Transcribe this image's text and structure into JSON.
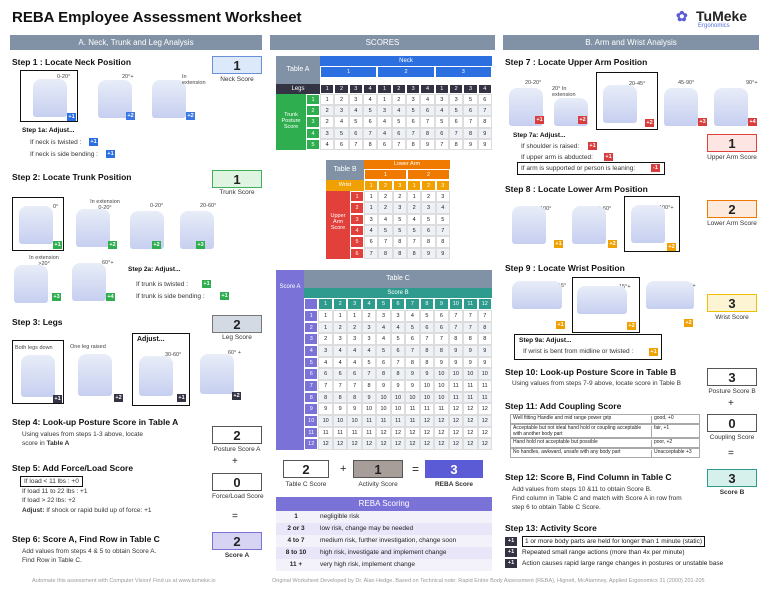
{
  "title": "REBA Employee Assessment Worksheet",
  "logo": {
    "name": "TuMeke",
    "sub": "Ergonomics"
  },
  "colA": {
    "header": "A. Neck, Trunk and  Leg Analysis"
  },
  "colS": {
    "header": "SCORES"
  },
  "colB": {
    "header": "B. Arm and Wrist Analysis"
  },
  "s1": {
    "title": "Step 1 : Locate Neck Position",
    "lbl1": "0-20°",
    "lbl2": "20°+",
    "lbl3": "In extension",
    "b1": "+1",
    "b2": "+2",
    "b3": "+2",
    "score": "1",
    "score_label": "Neck Score",
    "adj": "Step 1a: Adjust...",
    "t1": "If neck is twisted :",
    "t2": "If neck is side bending :",
    "v1": "+1",
    "v2": "+1"
  },
  "s2": {
    "title": "Step 2: Locate Trunk Position",
    "lbl1": "0°",
    "lbl2": "In extension 0-20°",
    "lbl3": "0-20°",
    "lbl4": "20-60°",
    "lbl5": "In extension >20°",
    "lbl6": "60°+",
    "b1": "+1",
    "b2": "+2",
    "b3": "+2",
    "b4": "+3",
    "b5": "+3",
    "b6": "+4",
    "score": "1",
    "score_label": "Trunk Score",
    "adj": "Step 2a: Adjust...",
    "t1": "If trunk is twisted :",
    "t2": "If trunk is side bending :",
    "v1": "+1",
    "v2": "+1"
  },
  "s3": {
    "title": "Step 3: Legs",
    "lbl1": "Both legs down",
    "lbl2": "One leg raised",
    "adj": "Adjust...",
    "lbl3": "30-60°",
    "lbl4": "60° +",
    "b1": "+1",
    "b2": "+2",
    "b3": "+1",
    "b4": "+2",
    "score": "2",
    "score_label": "Leg Score"
  },
  "s4": {
    "title": "Step 4: Look-up Posture Score in Table A",
    "t1": "Using values from steps 1-3 above, locate",
    "t2": "score in ",
    "t2b": "Table A",
    "score": "2",
    "score_label": "Posture Score A"
  },
  "s5": {
    "title": "Step 5: Add Force/Load Score",
    "t1": "If load < 11 lbs : +0",
    "t2": "If load 11 to 22 lbs : +1",
    "t3": "If load > 22 lbs: +2",
    "t4a": "Adjust:",
    "t4": " If shock or rapid build up of force:  +1",
    "score": "0",
    "score_label": "Force/Load Score",
    "plus": "+",
    "eq": "="
  },
  "s6": {
    "title": "Step 6: Score A, Find Row in Table C",
    "t1": "Add values from steps 4 & 5 to obtain Score A.",
    "t2": "Find Row in Table C.",
    "score": "2",
    "score_label": "Score A"
  },
  "tableA": {
    "title": "Table A",
    "neck": "Neck",
    "legs": "Legs",
    "trunk": "Trunk Posture Score",
    "neck_cols": [
      "1",
      "2",
      "3"
    ],
    "leg_cols": [
      "1",
      "2",
      "3",
      "4",
      "1",
      "2",
      "3",
      "4",
      "1",
      "2",
      "3",
      "4"
    ],
    "rows": [
      [
        "1",
        "1",
        "2",
        "3",
        "4",
        "1",
        "2",
        "3",
        "4",
        "3",
        "3",
        "5",
        "6"
      ],
      [
        "2",
        "2",
        "3",
        "4",
        "5",
        "3",
        "4",
        "5",
        "6",
        "4",
        "5",
        "6",
        "7"
      ],
      [
        "3",
        "2",
        "4",
        "5",
        "6",
        "4",
        "5",
        "6",
        "7",
        "5",
        "6",
        "7",
        "8"
      ],
      [
        "4",
        "3",
        "5",
        "6",
        "7",
        "4",
        "6",
        "7",
        "8",
        "6",
        "7",
        "8",
        "9"
      ],
      [
        "5",
        "4",
        "6",
        "7",
        "8",
        "6",
        "7",
        "8",
        "9",
        "7",
        "8",
        "9",
        "9"
      ]
    ]
  },
  "tableB": {
    "title": "Table B",
    "lower": "Lower Arm",
    "wrist": "Wrist",
    "upper": "Upper Arm Score",
    "la_cols": [
      "1",
      "2"
    ],
    "w_cols": [
      "1",
      "2",
      "3",
      "1",
      "2",
      "3"
    ],
    "rows": [
      [
        "1",
        "1",
        "2",
        "2",
        "1",
        "2",
        "3"
      ],
      [
        "2",
        "1",
        "2",
        "3",
        "2",
        "3",
        "4"
      ],
      [
        "3",
        "3",
        "4",
        "5",
        "4",
        "5",
        "5"
      ],
      [
        "4",
        "4",
        "5",
        "5",
        "5",
        "6",
        "7"
      ],
      [
        "5",
        "6",
        "7",
        "8",
        "7",
        "8",
        "8"
      ],
      [
        "6",
        "7",
        "8",
        "8",
        "8",
        "9",
        "9"
      ]
    ]
  },
  "tableC": {
    "title": "Table C",
    "scoreB": "Score B",
    "scoreA": "Score A",
    "cols": [
      "1",
      "2",
      "3",
      "4",
      "5",
      "6",
      "7",
      "8",
      "9",
      "10",
      "11",
      "12"
    ],
    "rows": [
      [
        "1",
        "1",
        "1",
        "1",
        "2",
        "3",
        "3",
        "4",
        "5",
        "6",
        "7",
        "7",
        "7"
      ],
      [
        "2",
        "1",
        "2",
        "2",
        "3",
        "4",
        "4",
        "5",
        "6",
        "6",
        "7",
        "7",
        "8"
      ],
      [
        "3",
        "2",
        "3",
        "3",
        "3",
        "4",
        "5",
        "6",
        "7",
        "7",
        "8",
        "8",
        "8"
      ],
      [
        "4",
        "3",
        "4",
        "4",
        "4",
        "5",
        "6",
        "7",
        "8",
        "8",
        "9",
        "9",
        "9"
      ],
      [
        "5",
        "4",
        "4",
        "4",
        "5",
        "6",
        "7",
        "8",
        "8",
        "9",
        "9",
        "9",
        "9"
      ],
      [
        "6",
        "6",
        "6",
        "6",
        "7",
        "8",
        "8",
        "9",
        "9",
        "10",
        "10",
        "10",
        "10"
      ],
      [
        "7",
        "7",
        "7",
        "7",
        "8",
        "9",
        "9",
        "9",
        "10",
        "10",
        "11",
        "11",
        "11"
      ],
      [
        "8",
        "8",
        "8",
        "8",
        "9",
        "10",
        "10",
        "10",
        "10",
        "10",
        "11",
        "11",
        "11"
      ],
      [
        "9",
        "9",
        "9",
        "9",
        "10",
        "10",
        "10",
        "11",
        "11",
        "11",
        "12",
        "12",
        "12"
      ],
      [
        "10",
        "10",
        "10",
        "10",
        "11",
        "11",
        "11",
        "11",
        "12",
        "12",
        "12",
        "12",
        "12"
      ],
      [
        "11",
        "11",
        "11",
        "11",
        "11",
        "12",
        "12",
        "12",
        "12",
        "12",
        "12",
        "12",
        "12"
      ],
      [
        "12",
        "12",
        "12",
        "12",
        "12",
        "12",
        "12",
        "12",
        "12",
        "12",
        "12",
        "12",
        "12"
      ]
    ]
  },
  "final": {
    "c": "2",
    "c_label": "Table C Score",
    "plus": "+",
    "act": "1",
    "act_label": "Activity Score",
    "eq": "=",
    "reba": "3",
    "reba_label": "REBA Score"
  },
  "reba_scoring": {
    "title": "REBA Scoring",
    "rows": [
      [
        "1",
        "negligible risk"
      ],
      [
        "2 or 3",
        "low risk, change may be needed"
      ],
      [
        "4 to 7",
        "medium risk, further investigation, change soon"
      ],
      [
        "8 to 10",
        "high risk, investigate and implement change"
      ],
      [
        "11 +",
        "very high risk, implement change"
      ]
    ]
  },
  "s7": {
    "title": "Step 7 :  Locate Upper Arm Position",
    "lbl1": "20-20°",
    "lbl2": "20° In extension",
    "lbl3": "20-45°",
    "lbl4": "45-90°",
    "lbl5": "90°+",
    "b1": "+1",
    "b2": "+2",
    "b3": "+2",
    "b4": "+3",
    "b5": "+4",
    "adj": "Step 7a: Adjust...",
    "t1": "If shoulder is raised:",
    "t2": "If upper arm is abducted:",
    "t3": "If arm is supported or person is leaning:",
    "v1": "+1",
    "v2": "+1",
    "v3": "-1",
    "score": "1",
    "score_label": "Upper Arm Score"
  },
  "s8": {
    "title": "Step 8 : Locate Lower Arm Position",
    "lbl1": "60-100°",
    "lbl2": "0-60°",
    "lbl3": "100°+",
    "b1": "+1",
    "b2": "+2",
    "b3": "+2",
    "score": "2",
    "score_label": "Lower Arm Score"
  },
  "s9": {
    "title": "Step 9 :  Locate Wrist Position",
    "lbl1": "15-15°",
    "lbl2": "15°+",
    "lbl3": "15°+",
    "b1": "+1",
    "b2": "+2",
    "b3": "+2",
    "adj": "Step 9a: Adjust...",
    "t1": "If wrist is bent from midline or twisted :",
    "v1": "+1",
    "score": "3",
    "score_label": "Wrist Score"
  },
  "s10": {
    "title": "Step 10: Look-up Posture Score in Table B",
    "t1": "Using values from steps 7-9 above, locate score in Table B",
    "score": "3",
    "score_label": "Posture Score B",
    "plus": "+"
  },
  "s11": {
    "title": "Step 11: Add Coupling Score",
    "rows": [
      [
        "Well fitting Handle and mid range power grip",
        "good, +0"
      ],
      [
        "Acceptable but not ideal hand hold or coupling acceptable with another body part",
        "fair, +1"
      ],
      [
        "Hand hold not acceptable but possible",
        "poor, +2"
      ],
      [
        "No handles, awkward, unsafe with any body part",
        "Unacceptable +3"
      ]
    ],
    "score": "0",
    "score_label": "Coupling Score",
    "eq": "="
  },
  "s12": {
    "title": "Step 12: Score B, Find Column in Table C",
    "t1": "Add values from steps 10 &11 to obtain Score B.",
    "t2": "Find column in Table C and match with Score A in row from",
    "t3": "step 6 to obtain Table C Score.",
    "score": "3",
    "score_label": "Score B"
  },
  "s13": {
    "title": "Step 13: Activity Score",
    "rows": [
      [
        "+1",
        "1 or more body parts are held for longer than 1 minute (static)"
      ],
      [
        "+1",
        "Repeated small range actions (more than 4x per minute)"
      ],
      [
        "+1",
        "Action causes rapid large range changes in postures or unstable base"
      ]
    ]
  },
  "footer": {
    "left": "Automate this assessment with Computer Vision! Find us at www.tumeke.io",
    "right": "Original Worksheet Developed by Dr. Alan Hedge. Based on Technical note: Rapid Entire Body Assessment (REBA), Hignett, McAtamney, Applied Ergonomics 31 (2000) 201-205"
  },
  "colors": {
    "header": "#8192a6",
    "teal": "#2f9b8f",
    "green": "#2fae4f",
    "blue": "#2b6fe0",
    "orange": "#f0a000",
    "purple": "#5b5bd6",
    "red": "#d93c3c"
  }
}
